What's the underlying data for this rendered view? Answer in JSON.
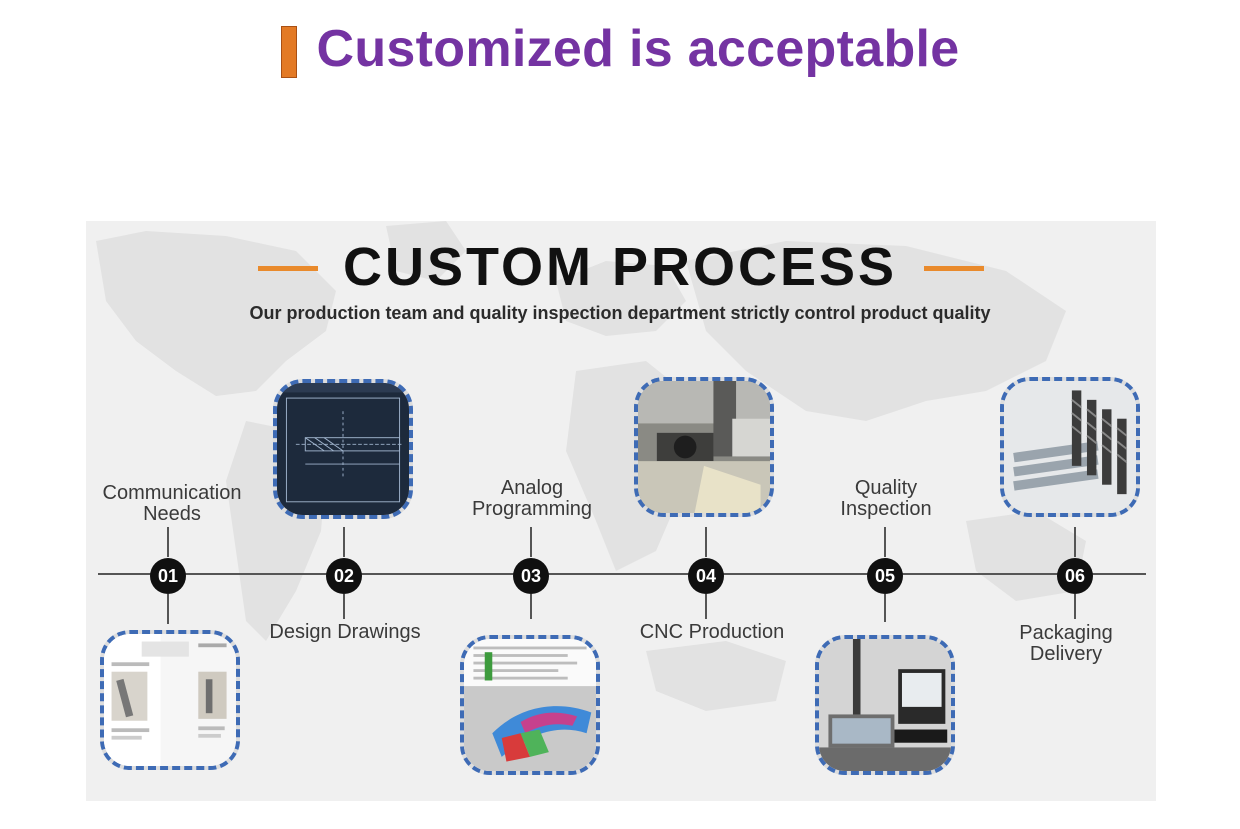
{
  "header": {
    "title": "Customized is acceptable"
  },
  "banner": {
    "title": "CUSTOM PROCESS",
    "subtitle": "Our production team and quality inspection department strictly control product quality"
  },
  "steps": [
    {
      "number": "01",
      "label_line1": "Communication",
      "label_line2": "Needs"
    },
    {
      "number": "02",
      "label_line1": "Design Drawings",
      "label_line2": ""
    },
    {
      "number": "03",
      "label_line1": "Analog",
      "label_line2": "Programming"
    },
    {
      "number": "04",
      "label_line1": "CNC Production",
      "label_line2": ""
    },
    {
      "number": "05",
      "label_line1": "Quality",
      "label_line2": "Inspection"
    },
    {
      "number": "06",
      "label_line1": "Packaging",
      "label_line2": "Delivery"
    }
  ],
  "colors": {
    "header_title": "#7433a2",
    "header_bar": "#e37a25",
    "dash_accent": "#e98a2c",
    "photo_border": "#3e6bb5",
    "marker": "#101010"
  }
}
